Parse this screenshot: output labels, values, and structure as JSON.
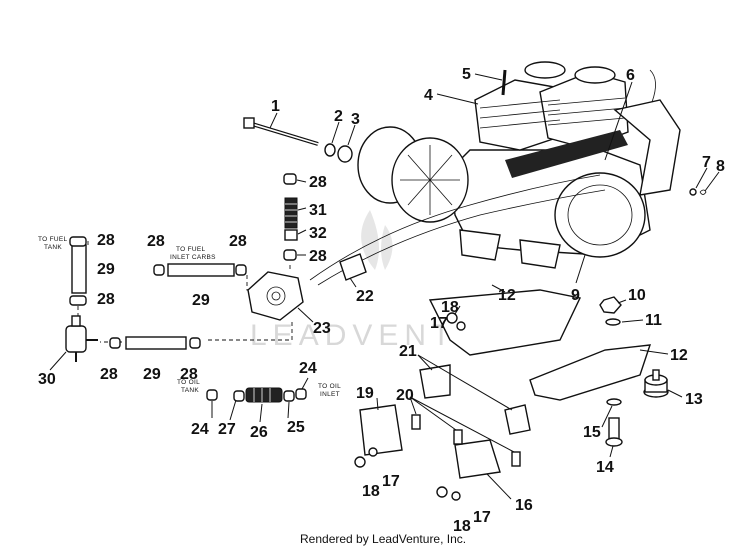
{
  "callouts": {
    "c1": "1",
    "c2": "2",
    "c3": "3",
    "c4": "4",
    "c5": "5",
    "c6": "6",
    "c7": "7",
    "c8": "8",
    "c9": "9",
    "c10": "10",
    "c11": "11",
    "c12a": "12",
    "c12b": "12",
    "c13": "13",
    "c14": "14",
    "c15": "15",
    "c16": "16",
    "c17a": "17",
    "c17b": "17",
    "c17c": "17",
    "c18a": "18",
    "c18b": "18",
    "c18c": "18",
    "c19": "19",
    "c20": "20",
    "c21": "21",
    "c22": "22",
    "c23": "23",
    "c24a": "24",
    "c24b": "24",
    "c25": "25",
    "c26": "26",
    "c27": "27",
    "c28a": "28",
    "c28b": "28",
    "c28c": "28",
    "c28d": "28",
    "c28e": "28",
    "c28f": "28",
    "c28g": "28",
    "c28h": "28",
    "c29a": "29",
    "c29b": "29",
    "c29c": "29",
    "c30": "30",
    "c31": "31",
    "c32": "32"
  },
  "notes": {
    "fuel_tank_1": "TO FUEL",
    "fuel_tank_2": "TANK",
    "fuel_inlet_1": "TO FUEL",
    "fuel_inlet_2": "INLET CARBS",
    "oil_tank_1": "TO OIL",
    "oil_tank_2": "TANK",
    "oil_inlet_1": "TO OIL",
    "oil_inlet_2": "INLET"
  },
  "watermark": "LEADVENTURE",
  "footer": "Rendered by LeadVenture, Inc."
}
